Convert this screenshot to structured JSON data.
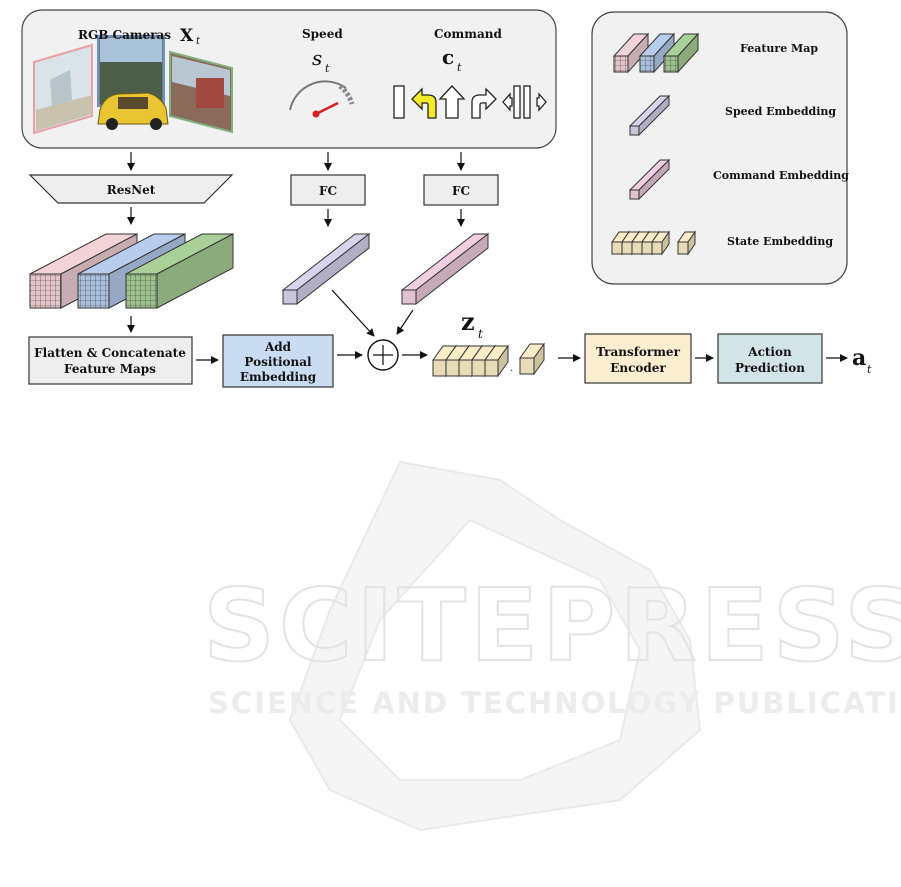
{
  "inputs": {
    "cameras_label": "RGB Cameras",
    "cameras_symbol": "X",
    "cameras_sub": "t",
    "speed_label": "Speed",
    "speed_symbol": "s",
    "speed_sub": "t",
    "command_label": "Command",
    "command_symbol": "c",
    "command_sub": "t"
  },
  "modules": {
    "resnet": "ResNet",
    "fc_speed": "FC",
    "fc_command": "FC",
    "flatten_line1": "Flatten & Concatenate",
    "flatten_line2": "Feature Maps",
    "pos_line1": "Add",
    "pos_line2": "Positional",
    "pos_line3": "Embedding",
    "plus": "+",
    "state_symbol": "z",
    "state_sub": "t",
    "transformer_line1": "Transformer",
    "transformer_line2": "Encoder",
    "action_line1": "Action",
    "action_line2": "Prediction",
    "output_symbol": "a",
    "output_sub": "t"
  },
  "legend": {
    "items": [
      {
        "label": "Feature Map"
      },
      {
        "label": "Speed Embedding"
      },
      {
        "label": "Command Embedding"
      },
      {
        "label": "State Embedding"
      }
    ]
  },
  "colors": {
    "feature_red": "#f3d3d8",
    "feature_blue": "#b7cdee",
    "feature_green": "#a9d097",
    "speed_embed": "#d9d4ee",
    "command_embed": "#f1cfe0",
    "state_embed": "#f9ecc6",
    "pos_box": "#c9dcf1",
    "transformer_box": "#fbeed0",
    "action_box": "#d3e4e6",
    "module_box": "#eeeeee",
    "panel_bg": "#f1f1f1",
    "yellow_arrow": "#f4ea2a"
  },
  "watermark": {
    "big": "SCITEPRESS",
    "small": "SCIENCE AND TECHNOLOGY PUBLICATIONS"
  }
}
